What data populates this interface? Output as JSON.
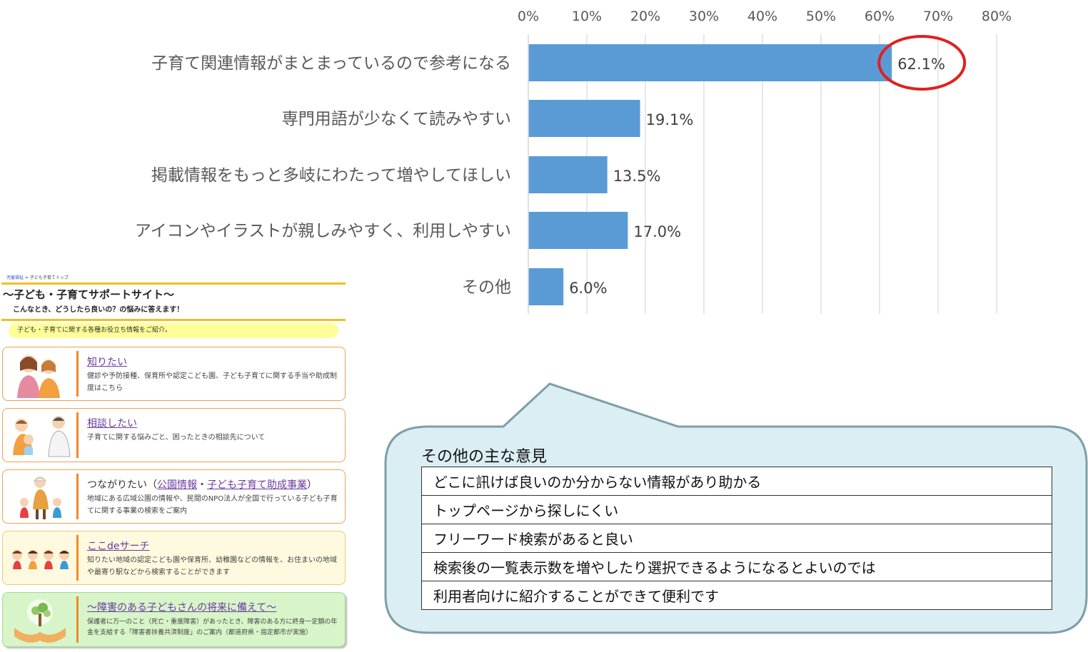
{
  "chart_data": {
    "type": "bar",
    "orientation": "horizontal",
    "categories": [
      "子育て関連情報がまとまっているので参考になる",
      "専門用語が少なくて読みやすい",
      "掲載情報をもっと多岐にわたって増やしてほしい",
      "アイコンやイラストが親しみやすく、利用しやすい",
      "その他"
    ],
    "values": [
      62.1,
      19.1,
      13.5,
      17.0,
      6.0
    ],
    "value_labels": [
      "62.1%",
      "19.1%",
      "13.5%",
      "17.0%",
      "6.0%"
    ],
    "tick_labels": [
      "0%",
      "10%",
      "20%",
      "30%",
      "40%",
      "50%",
      "60%",
      "70%",
      "80%"
    ],
    "xlim": [
      0,
      80
    ],
    "x_axis_position": "top",
    "grid": true,
    "bar_color": "#5b9bd5",
    "highlight_index": 0,
    "highlight_color": "#e02020"
  },
  "site": {
    "breadcrumb": {
      "link": "児童福祉",
      "separator": " > ",
      "current": "子ども子育てトップ"
    },
    "title": "〜子ども・子育てサポートサイト〜",
    "subtitle": "こんなとき、どうしたら良いの？の悩みに答えます！",
    "intro": "子ども・子育てに関する各種お役立ち情報をご紹介。",
    "cards": [
      {
        "title": "知りたい",
        "desc": "健診や予防接種、保育所や認定こども園、子ども子育てに関する手当や助成制度はこちら"
      },
      {
        "title": "相談したい",
        "desc": "子育てに関する悩みごと、困ったときの相談先について"
      },
      {
        "title_prefix": "つながりたい（",
        "link1": "公園情報",
        "mid": "・",
        "link2": "子ども子育て助成事業",
        "suffix": "）",
        "desc": "地域にある広域公園の情報や、民間のNPO法人が全国で行っている子ども子育てに関する事業の検索をご案内"
      },
      {
        "title": "ここdeサーチ",
        "desc": "知りたい地域の認定こども園や保育所、幼稚園などの情報を、お住まいの地域や最寄り駅などから検索することができます"
      },
      {
        "title": "〜障害のある子どもさんの将来に備えて〜",
        "desc": "保護者に万一のこと（死亡・重度障害）があったとき、障害のある方に終身一定額の年金を支給する「障害者扶養共済制度」のご案内（都道府県・指定都市が実施）"
      }
    ]
  },
  "opinions": {
    "title": "その他の主な意見",
    "items": [
      "どこに訊けば良いのか分からない情報があり助かる",
      "トップページから探しにくい",
      "フリーワード検索があると良い",
      "検索後の一覧表示数を増やしたり選択できるようになるとよいのでは",
      "利用者向けに紹介することができて便利です"
    ],
    "bubble_fill": "#daeef3",
    "bubble_stroke": "#7f9ea7"
  }
}
